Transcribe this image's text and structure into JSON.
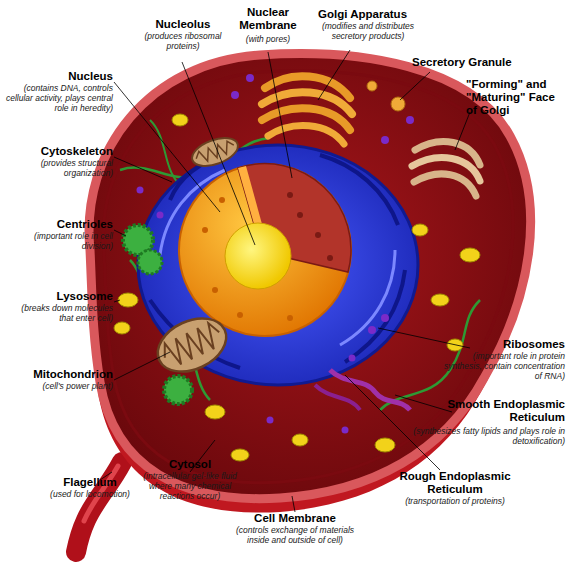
{
  "diagram": {
    "labels": [
      "Nucleolus",
      "(produces ribosomal proteins)",
      "Nuclear Membrane",
      "(with pores)",
      "Golgi Apparatus",
      "(modifies and distributes secretory products)",
      "Secretory Granule",
      "\"Forming\" and \"Maturing\" Face of Golgi",
      "Nucleus",
      "(contains DNA, controls cellular activity, plays central role in heredity)",
      "Cytoskeleton",
      "(provides structural organization)",
      "Centrioles",
      "(important role in cell division)",
      "Lysosome",
      "(breaks down molecules that enter cell)",
      "Mitochondrion",
      "(cell's power plant)",
      "Ribosomes",
      "(important role in protein synthesis, contain concentration of RNA)",
      "Smooth Endoplasmic Reticulum",
      "(synthesizes fatty lipids and plays role in detoxification)",
      "Flagellum",
      "(used for locomotion)",
      "Cytosol",
      "(intracellular gel-like fluid where many chemical reactions occur)",
      "Rough Endoplasmic Reticulum",
      "(transportation of proteins)",
      "Cell Membrane",
      "(controls exchange of materials inside and outside of cell)"
    ]
  }
}
